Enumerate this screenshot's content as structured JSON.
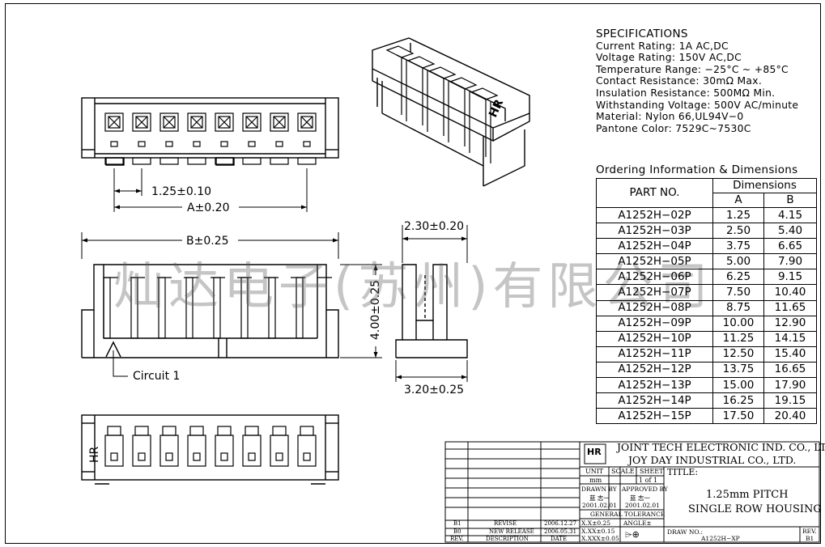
{
  "specs": {
    "title": "SPECIFICATIONS",
    "lines": [
      "Current Rating: 1A AC,DC",
      "Voltage Rating: 150V AC,DC",
      "Temperature Range: −25°C ~ +85°C",
      "Contact Resistance: 30mΩ Max.",
      "Insulation Resistance: 500MΩ Min.",
      "Withstanding Voltage: 500V AC/minute",
      "Material: Nylon 66,UL94V−0",
      "Pantone Color: 7529C~7530C"
    ]
  },
  "ordering": {
    "title": "Ordering Information & Dimensions",
    "col_part": "PART NO.",
    "col_dims": "Dimensions",
    "col_a": "A",
    "col_b": "B",
    "rows": [
      {
        "part": "A1252H−02P",
        "a": "1.25",
        "b": "4.15"
      },
      {
        "part": "A1252H−03P",
        "a": "2.50",
        "b": "5.40"
      },
      {
        "part": "A1252H−04P",
        "a": "3.75",
        "b": "6.65"
      },
      {
        "part": "A1252H−05P",
        "a": "5.00",
        "b": "7.90"
      },
      {
        "part": "A1252H−06P",
        "a": "6.25",
        "b": "9.15"
      },
      {
        "part": "A1252H−07P",
        "a": "7.50",
        "b": "10.40"
      },
      {
        "part": "A1252H−08P",
        "a": "8.75",
        "b": "11.65"
      },
      {
        "part": "A1252H−09P",
        "a": "10.00",
        "b": "12.90"
      },
      {
        "part": "A1252H−10P",
        "a": "11.25",
        "b": "14.15"
      },
      {
        "part": "A1252H−11P",
        "a": "12.50",
        "b": "15.40"
      },
      {
        "part": "A1252H−12P",
        "a": "13.75",
        "b": "16.65"
      },
      {
        "part": "A1252H−13P",
        "a": "15.00",
        "b": "17.90"
      },
      {
        "part": "A1252H−14P",
        "a": "16.25",
        "b": "19.15"
      },
      {
        "part": "A1252H−15P",
        "a": "17.50",
        "b": "20.40"
      }
    ]
  },
  "dims": {
    "pitch": "1.25±0.10",
    "a": "A±0.20",
    "b": "B±0.25",
    "height": "4.00±0.25",
    "depth_top": "2.30±0.20",
    "depth_bottom": "3.20±0.25",
    "circuit": "Circuit 1",
    "hr_mark": "HR"
  },
  "title_block": {
    "company_cn_1": "JOINT TECH ELECTRONIC IND. CO., LTD.",
    "company_cn_2": "JOY DAY INDUSTRIAL CO., LTD.",
    "title_label": "TITLE:",
    "title_1": "1.25mm PITCH",
    "title_2": "SINGLE ROW HOUSING",
    "unit": "UNIT",
    "unit_val": "mm",
    "scale": "SCALE",
    "sheet": "SHEET",
    "sheet_val": "1 of 1",
    "drawn_by": "DRAWN BY",
    "approved_by": "APPROVED BY",
    "drawn_name": "蓝 志一",
    "approved_name": "蓝 志一",
    "drawn_date": "2001.02.01",
    "approved_date": "2001.02.01",
    "general_tol": "GENERAL TOLERANCE",
    "tol_1": "X.X±0.25",
    "tol_2": "X.XX±0.15",
    "tol_3": "X.XXX±0.05",
    "angle": "ANGLE±",
    "draw_no_label": "DRAW NO.:",
    "draw_no": "A1252H−XP",
    "rev_label": "REV.",
    "rev_val": "B1",
    "rev_rows": [
      {
        "rev": "B1",
        "desc": "REVISE",
        "date": "2006.12.27"
      },
      {
        "rev": "B0",
        "desc": "NEW RELEASE",
        "date": "2006.05.31"
      }
    ],
    "rev_hdr": "REV.",
    "desc_hdr": "DESCRIPTION",
    "date_hdr": "DATE"
  },
  "watermark": "灿达电子(苏州)有限公司"
}
